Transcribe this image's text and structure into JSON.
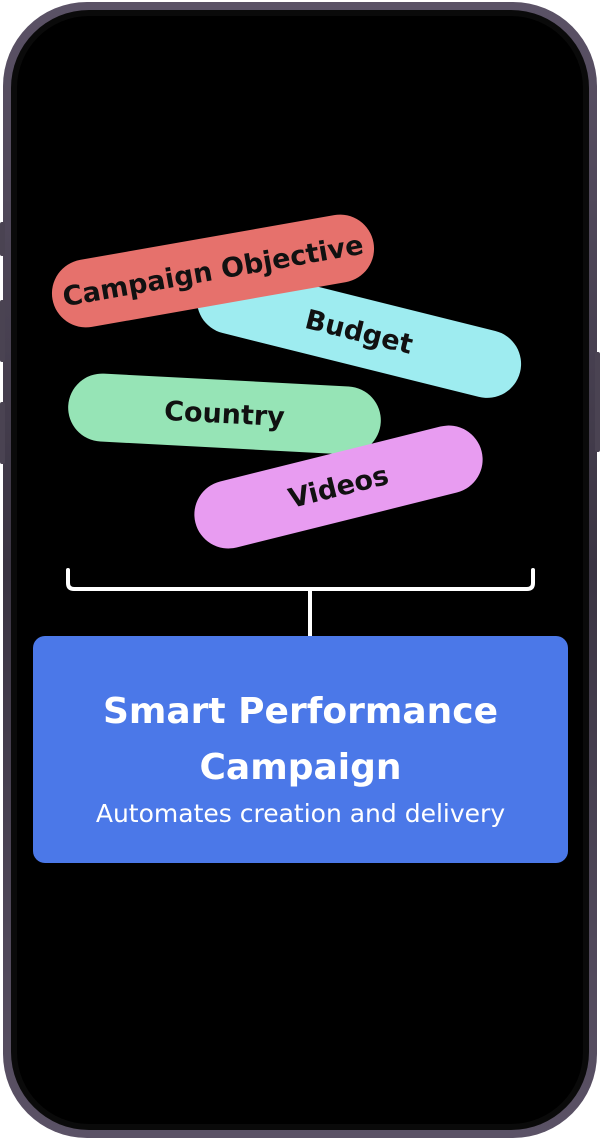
{
  "inputs": [
    {
      "label": "Campaign Objective",
      "color": "#e6716c"
    },
    {
      "label": "Budget",
      "color": "#9eecf0"
    },
    {
      "label": "Country",
      "color": "#96e4b6"
    },
    {
      "label": "Videos",
      "color": "#e89cf1"
    }
  ],
  "output": {
    "title": "Smart Performance Campaign",
    "subtitle": "Automates creation and delivery",
    "color": "#4b78e8"
  },
  "connector_color": "#ffffff",
  "screen_background": "#000000"
}
